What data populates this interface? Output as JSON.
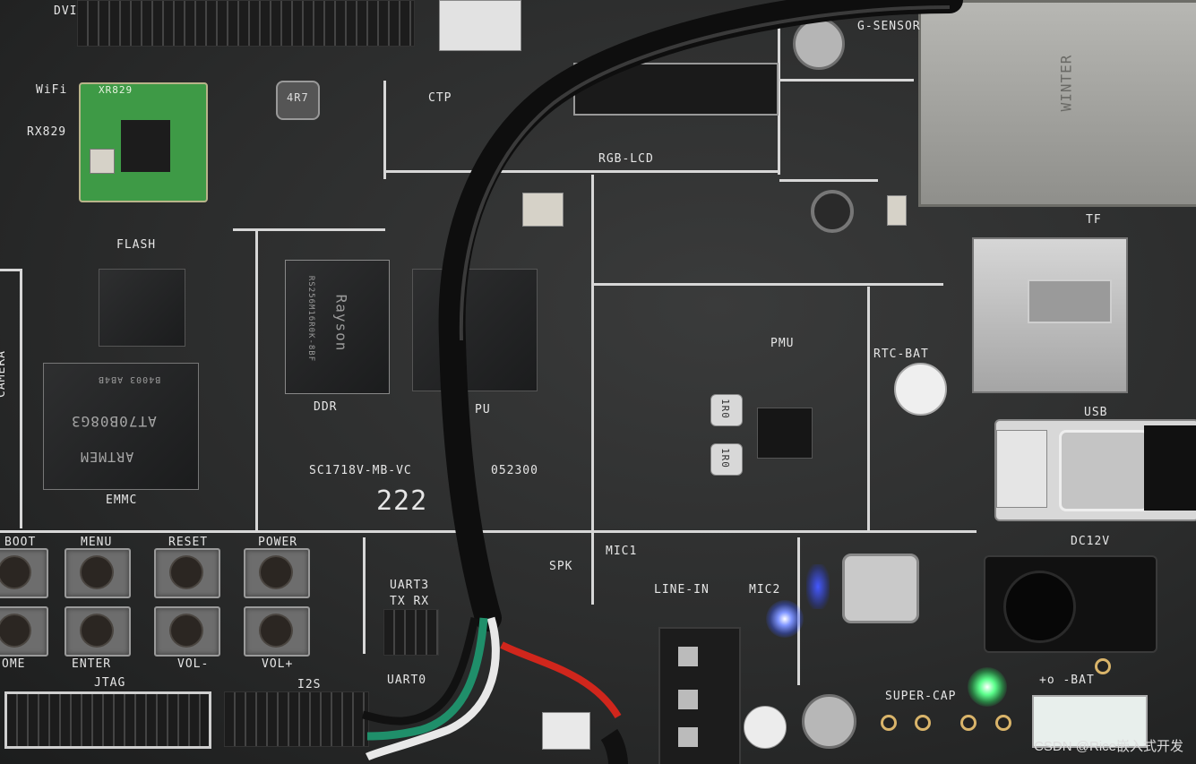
{
  "labels": {
    "dvi": "DVI",
    "wifi": "WiFi",
    "rx829": "RX829",
    "xr829": "XR829",
    "ctp": "CTP",
    "rgb_lcd": "RGB-LCD",
    "g_sensor": "G-SENSOR",
    "flash": "FLASH",
    "camera": "CAMERA",
    "emmc": "EMMC",
    "ddr": "DDR",
    "cpu": "PU",
    "pmu": "PMU",
    "rtc_bat": "RTC-BAT",
    "tf": "TF",
    "usb": "USB",
    "dc12v": "DC12V",
    "board_id": "SC1718V-MB-VC",
    "board_id_tail": "052300",
    "board_num": "222",
    "boot": "BOOT",
    "menu": "MENU",
    "reset": "RESET",
    "power": "POWER",
    "home": "OME",
    "enter": "ENTER",
    "vol_minus": "VOL-",
    "vol_plus": "VOL+",
    "uart3": "UART3",
    "tx_rx": "TX RX",
    "spk": "SPK",
    "mic1": "MIC1",
    "line_in": "LINE-IN",
    "mic2": "MIC2",
    "jtag": "JTAG",
    "i2s": "I2S",
    "uart0": "UART0",
    "super_cap": "SUPER-CAP",
    "bat": "+o -BAT",
    "inductor_4r7": "4R7",
    "inductor_1r0a": "1R0",
    "inductor_1r0b": "1R0",
    "emmc_chip": "ARTMEM",
    "emmc_part": "AT70B08G3",
    "emmc_code": "B4003 AB4B",
    "ddr_chip": "Rayson",
    "ddr_part": "RS256M16R0K-8BF",
    "eth_text": "WINTER"
  },
  "watermark": "CSDN @Rice嵌入式开发",
  "colors": {
    "pcb": "#2e2f2f",
    "silk": "#e6e6e6",
    "wifi_module": "#2f8a3a",
    "led_blue": "#3d5bff",
    "led_green": "#2dff6a",
    "cable": "#151515",
    "wire_red": "#d0261c",
    "wire_green": "#1f8f6a",
    "wire_white": "#e8e8e8"
  }
}
